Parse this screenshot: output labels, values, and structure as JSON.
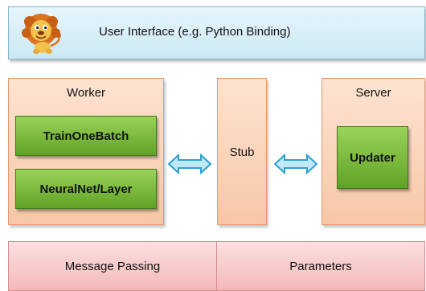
{
  "ui_bar": {
    "title": "User Interface (e.g. Python Binding)",
    "logo": "lion-mascot-icon"
  },
  "worker": {
    "title": "Worker",
    "boxes": [
      "TrainOneBatch",
      "NeuralNet/Layer"
    ]
  },
  "stub": {
    "title": "Stub"
  },
  "server": {
    "title": "Server",
    "boxes": [
      "Updater"
    ]
  },
  "bottom": {
    "cells": [
      "Message Passing",
      "Parameters"
    ]
  },
  "colors": {
    "ui_fill": "#cbe8f4",
    "panel_fill": "#f6c7a6",
    "green_box": "#5fa326",
    "bottom_fill": "#f4b9b9",
    "arrow_fill": "#bfe9f7",
    "arrow_stroke": "#2f9fd0"
  }
}
